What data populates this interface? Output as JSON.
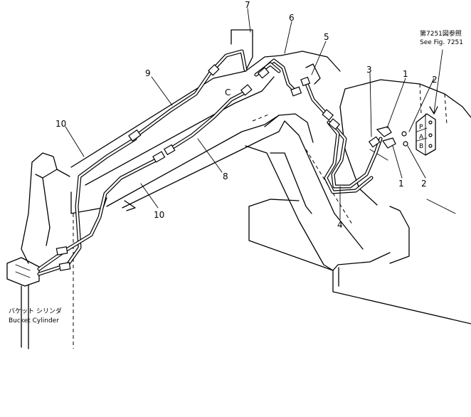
{
  "callouts": {
    "c1a": "1",
    "c1b": "1",
    "c2a": "2",
    "c2b": "2",
    "c3": "3",
    "c4": "4",
    "c5": "5",
    "c6": "6",
    "c7": "7",
    "c8": "8",
    "c9": "9",
    "c10a": "10",
    "c10b": "10",
    "cC": "C"
  },
  "reference": {
    "japanese": "第7251図参照",
    "english": "See Fig. 7251"
  },
  "bucket_cylinder": {
    "japanese": "バケット シリンダ",
    "english": "Bucket Cylinder"
  },
  "port_marks": [
    "P",
    "A",
    "B"
  ]
}
